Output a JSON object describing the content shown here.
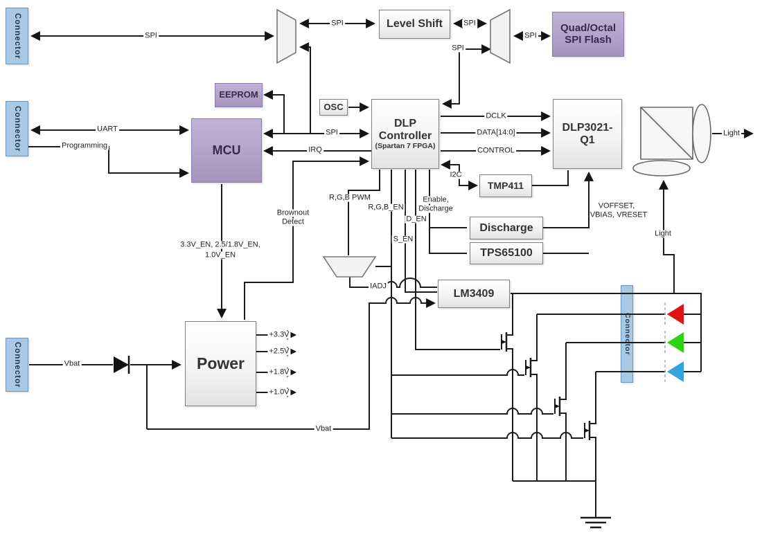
{
  "blocks": {
    "connector": "Connector",
    "level_shift": "Level Shift",
    "spi_flash_1": "Quad/Octal",
    "spi_flash_2": "SPI Flash",
    "eeprom": "EEPROM",
    "mcu": "MCU",
    "osc": "OSC",
    "dlp_1": "DLP",
    "dlp_2": "Controller",
    "dlp_sub": "(Spartan 7 FPGA)",
    "dlp3021_1": "DLP3021-",
    "dlp3021_2": "Q1",
    "tmp411": "TMP411",
    "discharge": "Discharge",
    "tps65100": "TPS65100",
    "lm3409": "LM3409",
    "power": "Power"
  },
  "labels": {
    "spi_conn": "SPI",
    "spi_mux_ls": "SPI",
    "spi_ls_mux": "SPI",
    "spi_mux_flash": "SPI",
    "spi_dlp": "SPI",
    "spi_mcu": "SPI",
    "uart": "UART",
    "programming": "Programming",
    "irq": "IRQ",
    "brownout_1": "Brownout",
    "brownout_2": "Detect",
    "en_rails_1": "3.3V_EN, 2.5/1.8V_EN,",
    "en_rails_2": "1.0V_EN",
    "rgb_pwm": "R,G,B PWM",
    "rgb_en": "R,G,B_EN",
    "d_en": "D_EN",
    "s_en": "S_EN",
    "enable_1": "Enable,",
    "enable_2": "Discharge",
    "i2c": "I2C",
    "dclk": "DCLK",
    "data_bus": "DATA[14:0]",
    "control": "CONTROL",
    "voffset_1": "VOFFSET,",
    "voffset_2": "VBIAS, VRESET",
    "iadj": "IADJ",
    "vbat_in": "Vbat",
    "vbat_bus": "Vbat",
    "light_out": "Light",
    "light_leds": "Light",
    "v33": "+3.3V",
    "v25": "+2.5V",
    "v18": "+1.8V",
    "v10": "+1.0V"
  },
  "colors": {
    "led_red": "#dd1411",
    "led_green": "#2fd20e",
    "led_blue": "#36a4dc",
    "connector_fill": "#a9c8e4",
    "module_fill": "#b1a1c9",
    "wire": "#1c1c1c"
  }
}
